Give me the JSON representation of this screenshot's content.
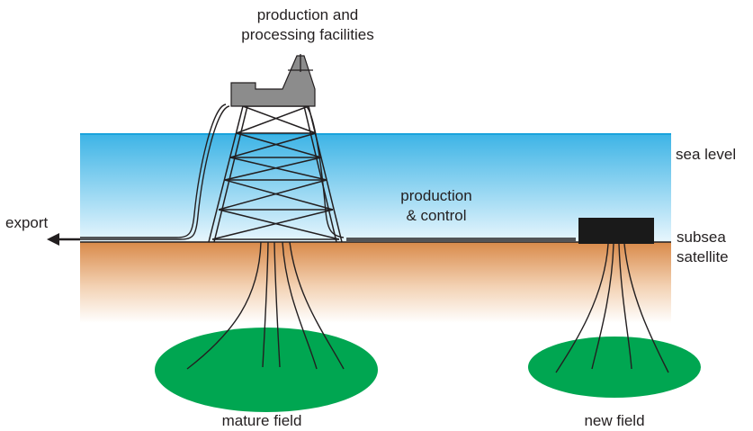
{
  "labels": {
    "facilities_line1": "production and",
    "facilities_line2": "processing facilities",
    "sea_level": "sea level",
    "production_line1": "production",
    "production_line2": "& control",
    "export": "export",
    "subsea_line1": "subsea",
    "subsea_line2": "satellite",
    "mature_field": "mature field",
    "new_field": "new field"
  },
  "colors": {
    "sea_top": "#3db4e6",
    "sea_bottom": "#e8f6fd",
    "sea_level_line": "#1aa3dc",
    "seabed_top": "#d98a4a",
    "seabed_bottom": "#ffffff",
    "reservoir": "#00a651",
    "platform": "#8c8c8c",
    "satellite": "#1a1a1a",
    "line": "#231f20"
  }
}
